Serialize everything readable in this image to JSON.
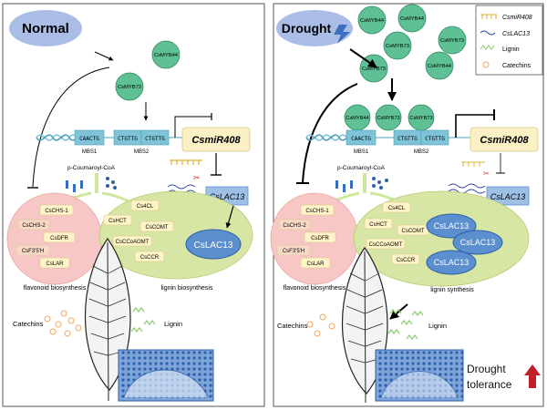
{
  "left": {
    "title": "Normal",
    "myb44": "CsMYB44",
    "myb73": "CsMYB73",
    "seq1": "CAACTG",
    "seq2": "CTGTTG",
    "seq3": "CTGTTG",
    "mbs1": "MBS1",
    "mbs2": "MBS2",
    "mir": "CsmiR408",
    "lac13": "CsLAC13",
    "coa": "p-Coumaroyl-CoA",
    "flav_genes": [
      "CsCHS-1",
      "CsCHS-2",
      "CsDFR",
      "CsF3'5'H",
      "CsLAR"
    ],
    "lignin_genes": [
      "Cs4CL",
      "CsHCT",
      "CsCOMT",
      "CsCCoAOMT",
      "CsCCR"
    ],
    "lac13_big": "CsLAC13",
    "flav_label": "flavonoid biosynthesis",
    "lignin_label": "lignin biosynthesis",
    "catechins": "Catechins",
    "lignin": "Lignin"
  },
  "right": {
    "title": "Drought",
    "myb_cluster": [
      "CsMYB44",
      "CsMYB44",
      "CsMYB73",
      "CsMYB73",
      "CsMYB44",
      "CsMYB73"
    ],
    "bound": [
      "CsMYB44",
      "CsMYB73",
      "CsMYB73"
    ],
    "seq1": "CAACTG",
    "seq2": "CTGTTG",
    "seq3": "CTGTTG",
    "mbs1": "MBS1",
    "mbs2": "MBS2",
    "mir": "CsmiR408",
    "lac13": "CsLAC13",
    "coa": "p-Coumaroyl-CoA",
    "flav_genes": [
      "CsCHS-1",
      "CsCHS-2",
      "CsDFR",
      "CsF3'5'H",
      "CsLAR"
    ],
    "lignin_genes": [
      "Cs4CL",
      "CsHCT",
      "CsCOMT",
      "CsCCoAOMT",
      "CsCCR"
    ],
    "lac13_big": [
      "CsLAC13",
      "CsLAC13",
      "CsLAC13"
    ],
    "flav_label": "flavonoid biosynthesis",
    "lignin_label": "lignin synthesis",
    "catechins": "Catechins",
    "lignin": "Lignin",
    "outcome1": "Drought",
    "outcome2": "tolerance"
  },
  "legend": [
    "CsmiR408",
    "CsLAC13",
    "Lignin",
    "Catechins"
  ],
  "colors": {
    "title_bubble": "#a9bde6",
    "myb": "#5fbf95",
    "dna": "#7ec3d8",
    "mir_box": "#fbf0c4",
    "lac_box": "#9fc0e6",
    "lac_big": "#5b8fce",
    "flav_ell": "#f6c7c4",
    "lig_ell": "#d7e6a4",
    "gene_box": "#fff3c8",
    "gene_box_pink": "#f8d9c7",
    "catechin": "#f0a760",
    "lignin": "#8ac96b",
    "arrow_up": "#c0202a"
  }
}
